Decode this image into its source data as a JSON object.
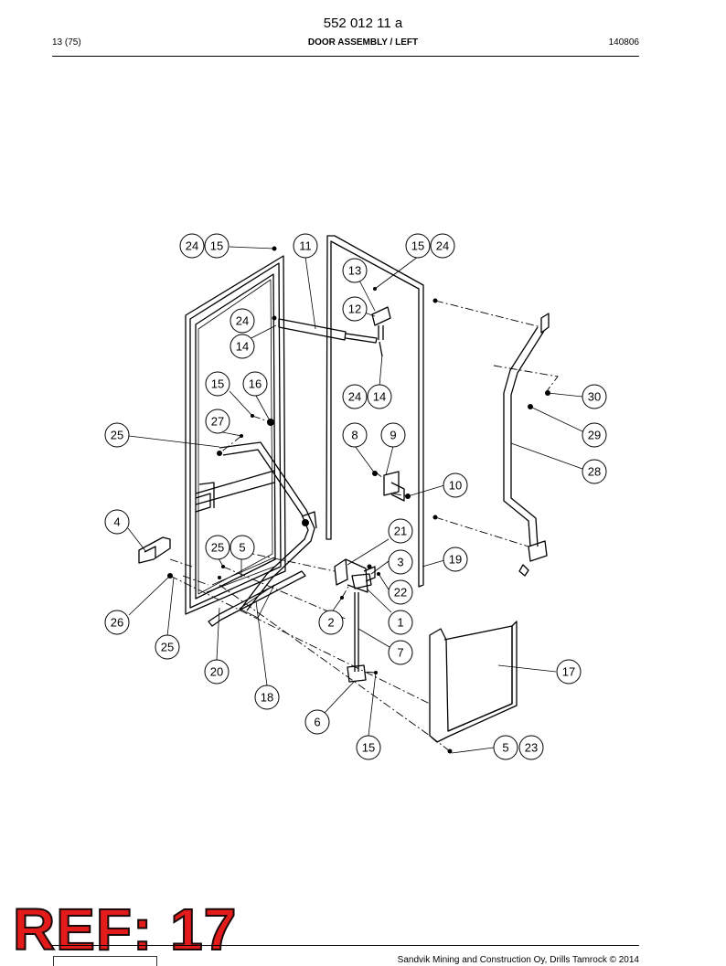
{
  "header": {
    "doc_number": "552 012 11 a",
    "page": "13 (75)",
    "title": "DOOR ASSEMBLY / LEFT",
    "date": "140806"
  },
  "callouts": [
    "24",
    "15",
    "11",
    "15",
    "24",
    "13",
    "12",
    "24",
    "14",
    "15",
    "16",
    "24",
    "14",
    "27",
    "25",
    "8",
    "9",
    "30",
    "29",
    "28",
    "10",
    "4",
    "21",
    "25",
    "5",
    "19",
    "3",
    "22",
    "26",
    "2",
    "1",
    "7",
    "25",
    "20",
    "17",
    "18",
    "6",
    "15",
    "5",
    "23"
  ],
  "stamp": "REF: 17",
  "footer": {
    "copyright": "Sandvik Mining and Construction Oy, Drills Tamrock © 2014"
  }
}
